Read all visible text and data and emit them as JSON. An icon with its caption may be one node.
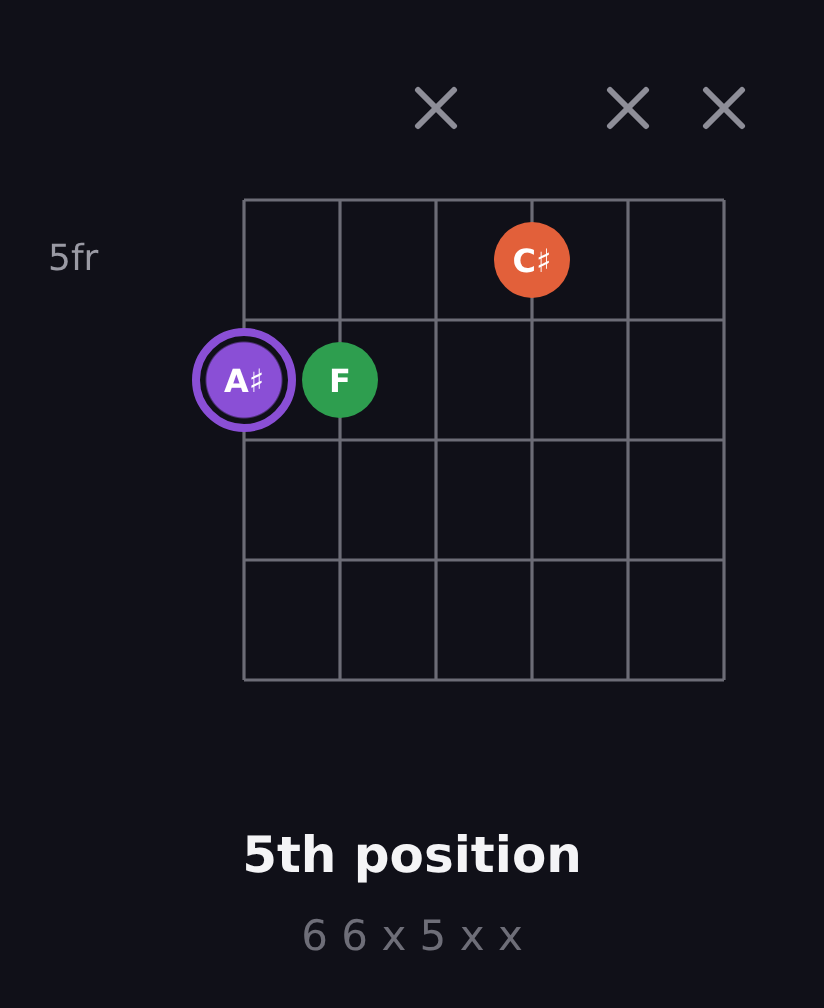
{
  "diagram": {
    "title": "5th position",
    "nodes": [
      {
        "text": [
          "C♯"
        ]
      },
      {
        "text": [
          "A♯"
        ]
      },
      {
        "text": [
          "F"
        ]
      }
    ],
    "labels": [
      "5fr",
      "6 6 x 5 x x"
    ]
  }
}
